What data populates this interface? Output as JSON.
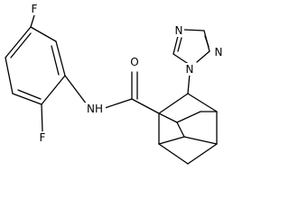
{
  "molecule": {
    "atoms": {
      "f_top": "F",
      "f_bottom": "F",
      "nh": "NH",
      "o": "O",
      "n_triazole_1": "N",
      "n_triazole_2": "N",
      "n_triazole_4": "N"
    }
  }
}
